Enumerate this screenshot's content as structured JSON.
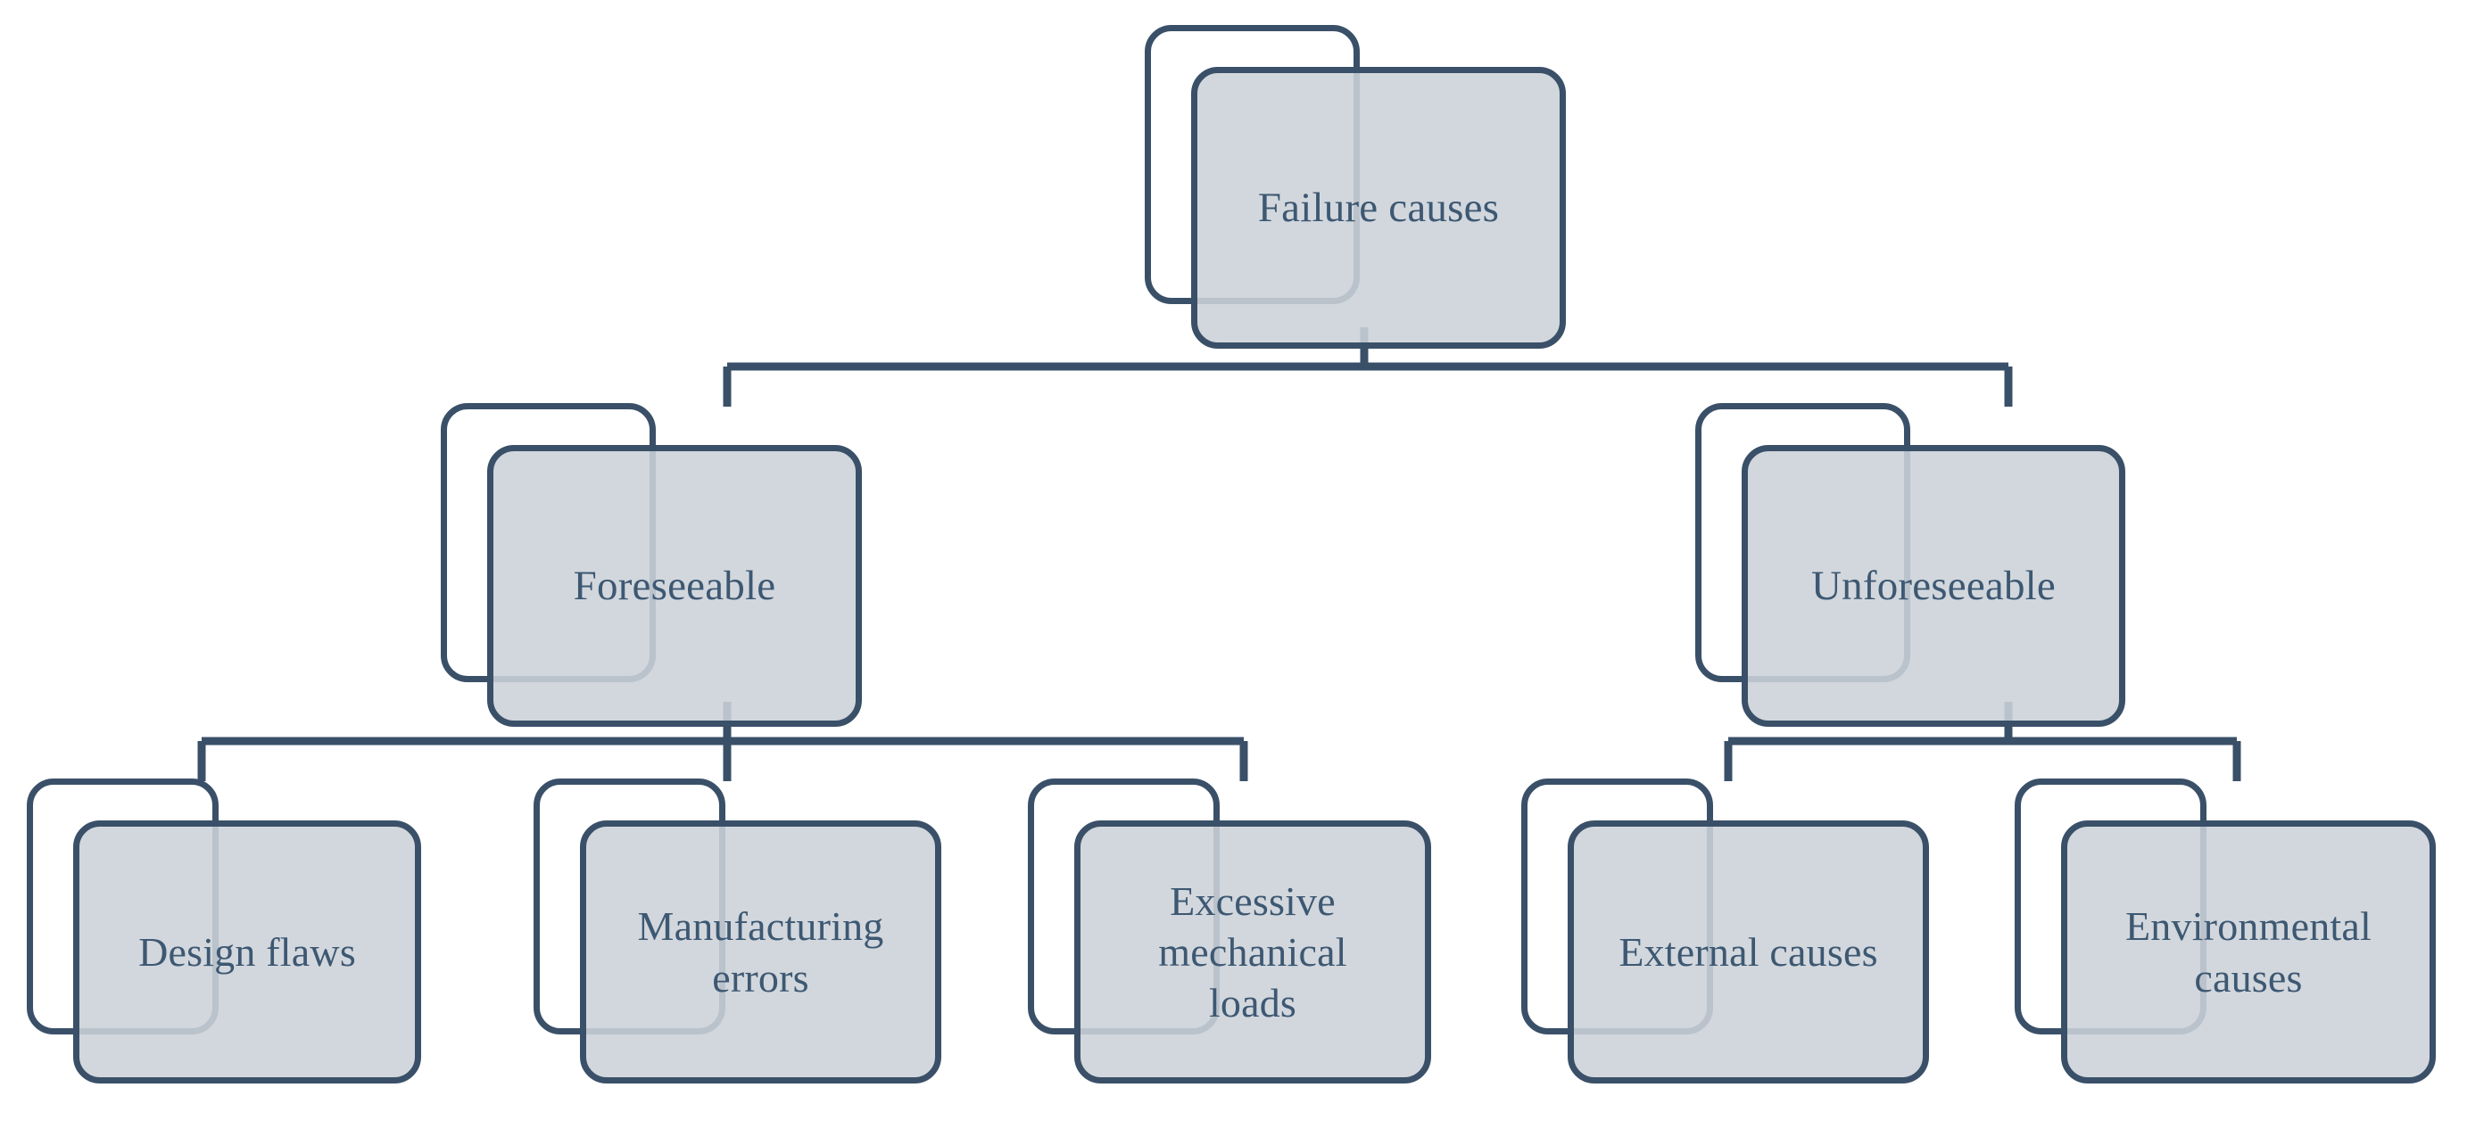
{
  "diagram": {
    "title": "Failure causes",
    "type": "hierarchy-tree",
    "background_color": "#ffffff",
    "border_color": "#3a5068",
    "fill_color": "#d3d7db",
    "text_color": "#3d5872",
    "levels": 3
  },
  "nodes": {
    "root": {
      "label": "Failure causes",
      "level": 1
    },
    "foreseeable": {
      "label": "Foreseeable",
      "level": 2
    },
    "unforeseeable": {
      "label": "Unforeseeable",
      "level": 2
    },
    "design_flaws": {
      "label": "Design flaws",
      "level": 3
    },
    "manufacturing_errors": {
      "label": "Manufacturing\nerrors",
      "level": 3
    },
    "excessive_mechanical_loads": {
      "label": "Excessive\nmechanical\nloads",
      "level": 3
    },
    "external_causes": {
      "label": "External causes",
      "level": 3
    },
    "environmental_causes": {
      "label": "Environmental\ncauses",
      "level": 3
    }
  },
  "edges": [
    {
      "from": "root",
      "to": "foreseeable"
    },
    {
      "from": "root",
      "to": "unforeseeable"
    },
    {
      "from": "foreseeable",
      "to": "design_flaws"
    },
    {
      "from": "foreseeable",
      "to": "manufacturing_errors"
    },
    {
      "from": "foreseeable",
      "to": "excessive_mechanical_loads"
    },
    {
      "from": "unforeseeable",
      "to": "external_causes"
    },
    {
      "from": "unforeseeable",
      "to": "environmental_causes"
    }
  ]
}
